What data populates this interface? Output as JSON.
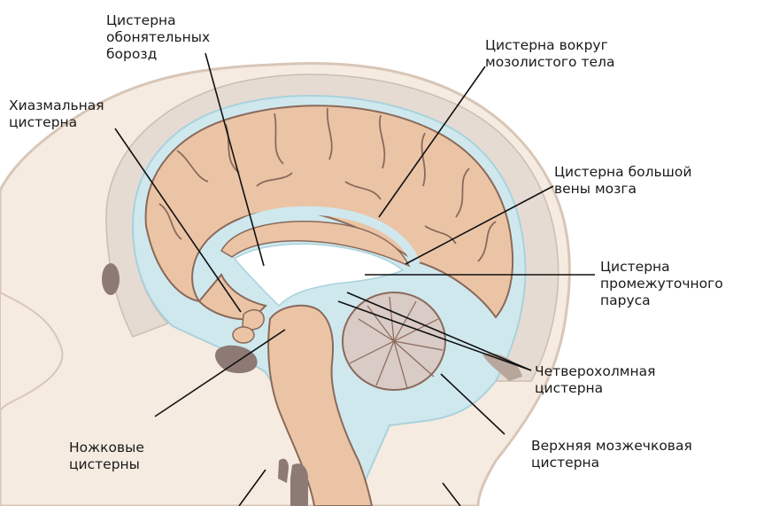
{
  "labels": {
    "olfactory": [
      "Цистерна",
      "обонятельных",
      "борозд"
    ],
    "chiasmatic": [
      "Хиазмальная",
      "цистерна"
    ],
    "callosal": [
      "Цистерна  вокруг",
      "мозолистого тела"
    ],
    "great_vein": [
      "Цистерна большой",
      "вены мозга"
    ],
    "velum": [
      "Цистерна",
      "промежуточного",
      "паруса"
    ],
    "quadrigeminal": [
      "Четверохолмная",
      "цистерна"
    ],
    "superior_cerebellar": [
      "Верхняя мозжечковая",
      "цистерна"
    ],
    "peduncular": [
      "Ножковые",
      "цистерны"
    ]
  },
  "colors": {
    "skin": "#f6ebe1",
    "skin_outline": "#d8c6b6",
    "skull": "#e6dbd3",
    "csf": "#cfe8ee",
    "csf_outline": "#a9d2dc",
    "brain": "#ebc4a6",
    "brain_outline": "#8a6a5a",
    "cerebellum": "#d9cbc6",
    "dark_tissue": "#8d7a74",
    "line": "#111111"
  }
}
